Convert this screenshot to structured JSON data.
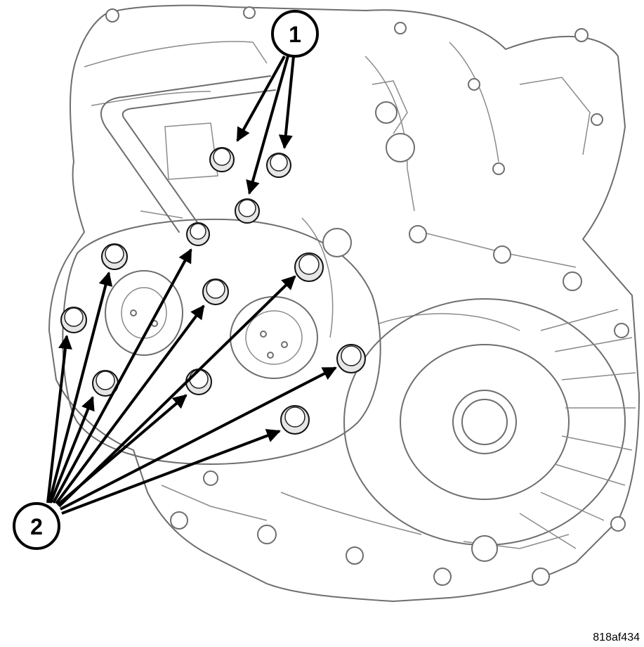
{
  "callouts": [
    {
      "label": "1"
    },
    {
      "label": "2"
    }
  ],
  "figure_id": "818af434"
}
